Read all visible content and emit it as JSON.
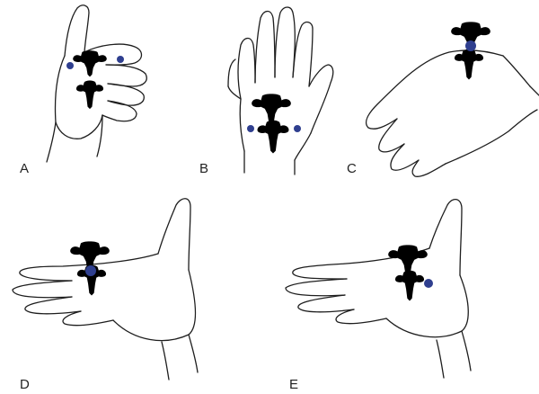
{
  "panels": [
    {
      "label": "A"
    },
    {
      "label": "B"
    },
    {
      "label": "C"
    },
    {
      "label": "D"
    },
    {
      "label": "E"
    }
  ],
  "colors": {
    "marker": "#2f3f8f",
    "marker_ring": "#c9cbe0",
    "outline": "#1e1e1e",
    "vertebra": "#7a7a7a"
  }
}
